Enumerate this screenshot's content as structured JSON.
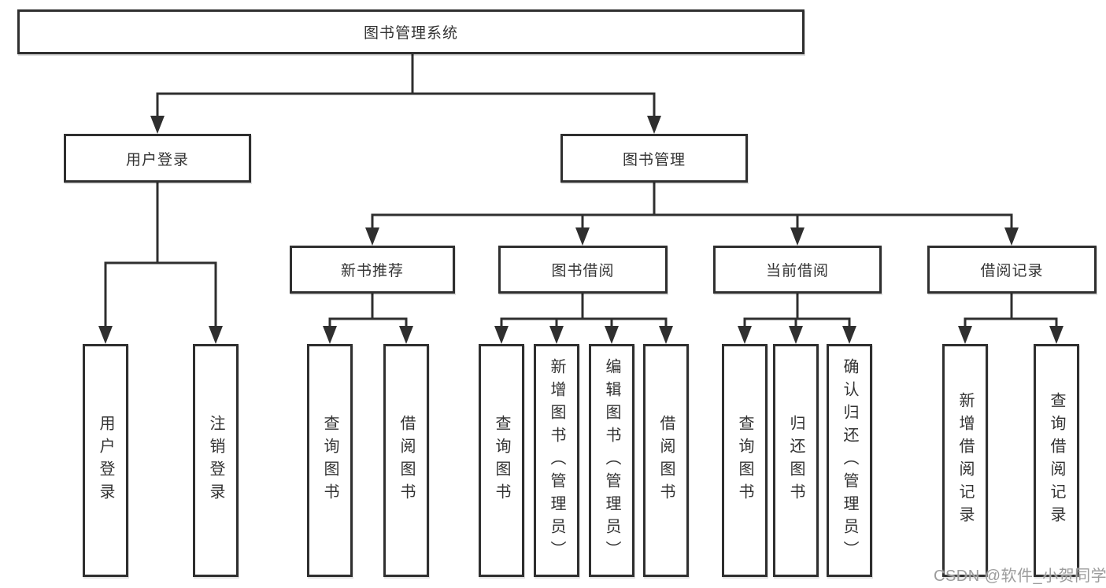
{
  "colors": {
    "line": "#2f2f2f",
    "box_border": "#2f2f2f",
    "text": "#333333",
    "watermark": "#9c9c9c",
    "background": "#ffffff"
  },
  "tree": {
    "root": "图书管理系统",
    "children": [
      {
        "label": "用户登录",
        "children": [
          {
            "label": "用户登录"
          },
          {
            "label": "注销登录"
          }
        ]
      },
      {
        "label": "图书管理",
        "children": [
          {
            "label": "新书推荐",
            "children": [
              {
                "label": "查询图书"
              },
              {
                "label": "借阅图书"
              }
            ]
          },
          {
            "label": "图书借阅",
            "children": [
              {
                "label": "查询图书"
              },
              {
                "label": "新增图书（管理员）"
              },
              {
                "label": "编辑图书（管理员）"
              },
              {
                "label": "借阅图书"
              }
            ]
          },
          {
            "label": "当前借阅",
            "children": [
              {
                "label": "查询图书"
              },
              {
                "label": "归还图书"
              },
              {
                "label": "确认归还（管理员）"
              }
            ]
          },
          {
            "label": "借阅记录",
            "children": [
              {
                "label": "新增借阅记录"
              },
              {
                "label": "查询借阅记录"
              }
            ]
          }
        ]
      }
    ]
  },
  "watermark": {
    "text": "CSDN @软件_小贺同学"
  }
}
